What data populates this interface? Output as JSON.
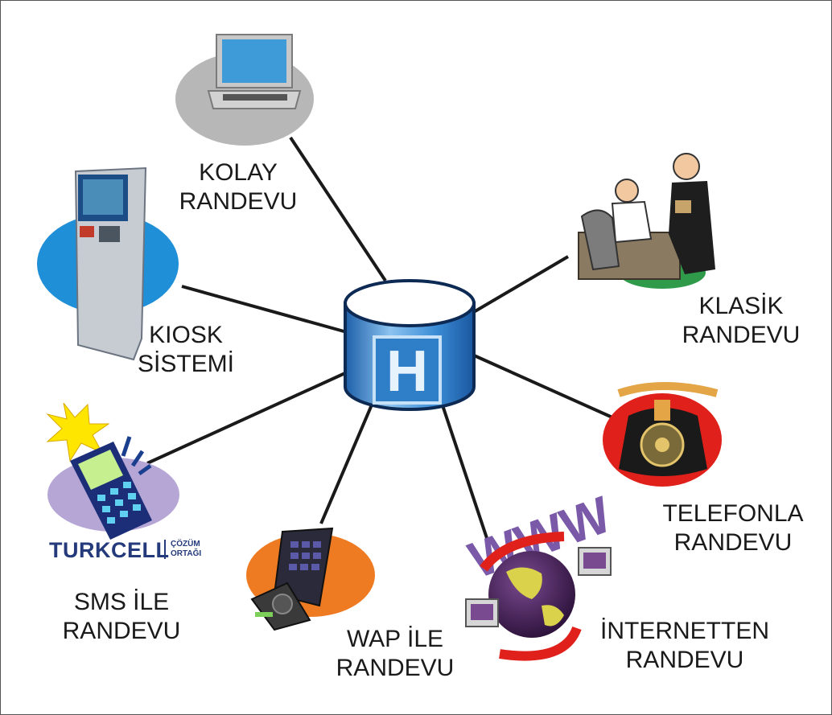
{
  "center": {
    "icon": "hospital-database-icon",
    "letter": "H",
    "color": "#1f6fbf"
  },
  "nodes": [
    {
      "id": "kolay",
      "icon": "laptop-icon",
      "lines": [
        "KOLAY",
        "RANDEVU"
      ]
    },
    {
      "id": "kiosk",
      "icon": "kiosk-icon",
      "lines": [
        "KIOSK",
        "SİSTEMİ"
      ]
    },
    {
      "id": "klasik",
      "icon": "office-meeting-icon",
      "lines": [
        "KLASİK",
        "RANDEVU"
      ]
    },
    {
      "id": "telefon",
      "icon": "antique-telephone-icon",
      "lines": [
        "TELEFONLA",
        "RANDEVU"
      ]
    },
    {
      "id": "internet",
      "icon": "globe-www-icon",
      "lines": [
        "İNTERNETTEN",
        "RANDEVU"
      ]
    },
    {
      "id": "wap",
      "icon": "wap-phone-icon",
      "lines": [
        "WAP İLE",
        "RANDEVU"
      ]
    },
    {
      "id": "sms",
      "icon": "mobile-phone-icon",
      "lines": [
        "SMS İLE",
        "RANDEVU"
      ]
    }
  ],
  "sms_brand": {
    "name": "TURKCELL",
    "partner": [
      "ÇÖZÜM",
      "ORTAĞI"
    ]
  },
  "globe_text": "WWW",
  "colors": {
    "link": "#1a1a1a",
    "cylinder": "#3d8fd6",
    "ellipse_gray": "#b7b7b7",
    "ellipse_blue": "#1f8fd8",
    "ellipse_purple": "#b5a6d6",
    "ellipse_orange": "#ee7a22",
    "ellipse_red": "#e0201b",
    "ellipse_green": "#2e9a4a"
  }
}
